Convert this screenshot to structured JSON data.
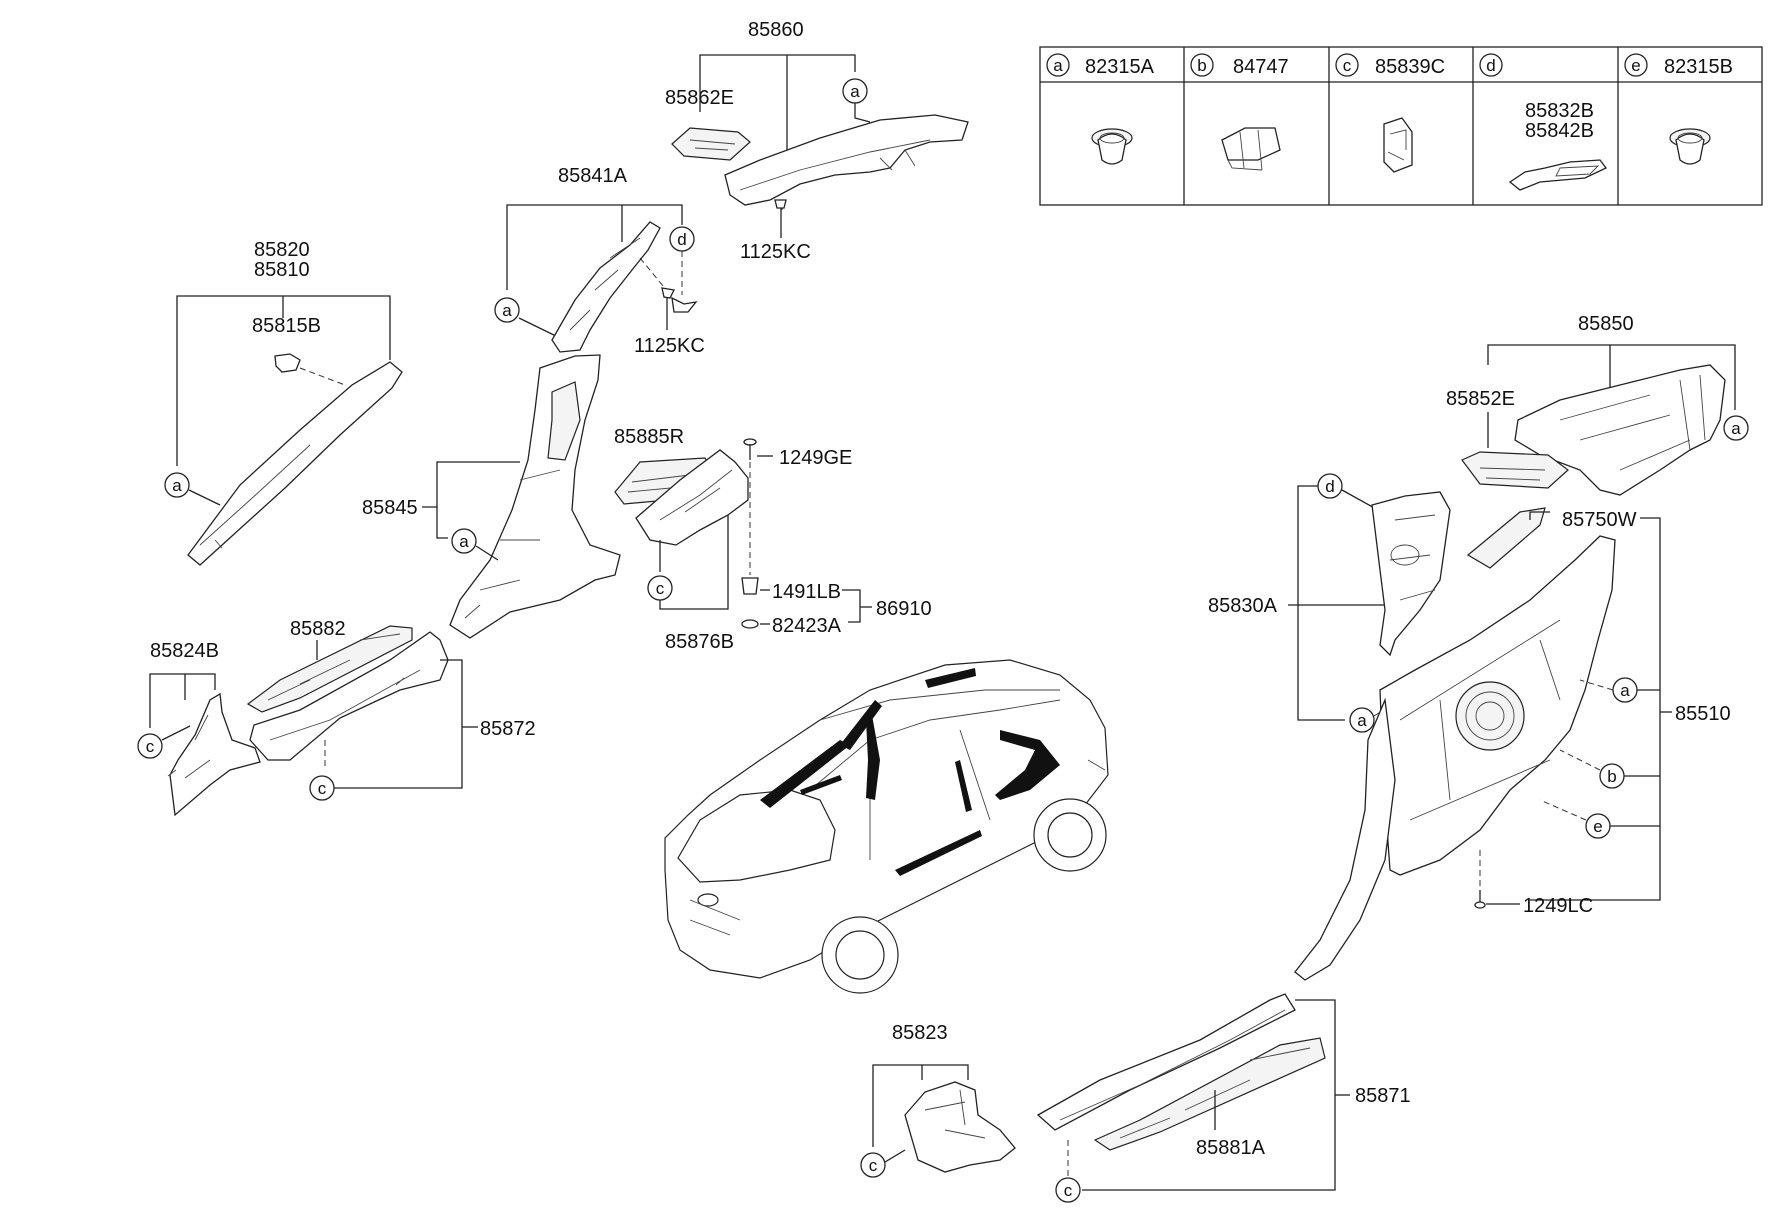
{
  "legend": [
    {
      "letter": "a",
      "code": "82315A"
    },
    {
      "letter": "b",
      "code": "84747"
    },
    {
      "letter": "c",
      "code": "85839C"
    },
    {
      "letter": "d",
      "codes": [
        "85832B",
        "85842B"
      ]
    },
    {
      "letter": "e",
      "code": "82315B"
    }
  ],
  "labels": {
    "p85860": "85860",
    "p85862E": "85862E",
    "p1125KC_top": "1125KC",
    "p85841A": "85841A",
    "p1125KC_mid": "1125KC",
    "p85820": "85820",
    "p85810": "85810",
    "p85815B": "85815B",
    "p85845": "85845",
    "p85885R": "85885R",
    "p1249GE": "1249GE",
    "p1491LB": "1491LB",
    "p82423A": "82423A",
    "p86910": "86910",
    "p85876B": "85876B",
    "p85824B": "85824B",
    "p85882": "85882",
    "p85872": "85872",
    "p85850": "85850",
    "p85852E": "85852E",
    "p85750W": "85750W",
    "p85830A": "85830A",
    "p85510": "85510",
    "p1249LC": "1249LC",
    "p85823": "85823",
    "p85871": "85871",
    "p85881A": "85881A"
  },
  "callouts": {
    "a": "a",
    "b": "b",
    "c": "c",
    "d": "d",
    "e": "e"
  }
}
